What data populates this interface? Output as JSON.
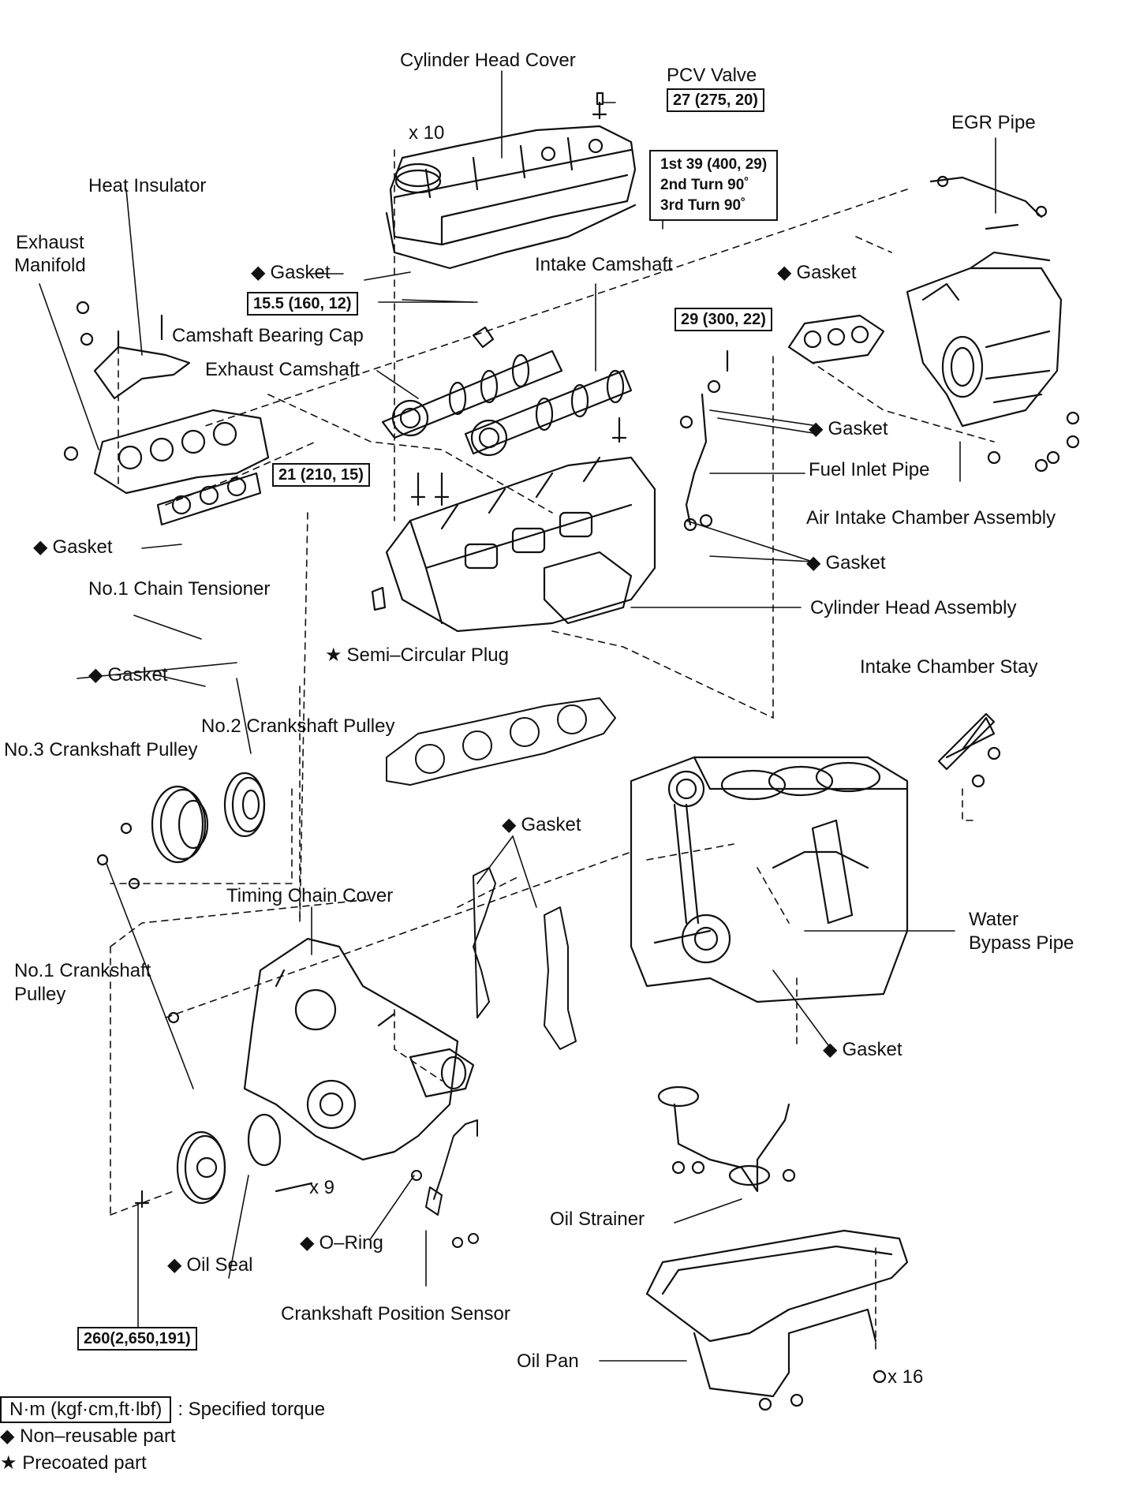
{
  "labels": {
    "cylinder_head_cover": "Cylinder Head Cover",
    "pcv_valve": "PCV Valve",
    "x10": "x 10",
    "egr_pipe": "EGR Pipe",
    "heat_insulator": "Heat Insulator",
    "exhaust_manifold_1": "Exhaust",
    "exhaust_manifold_2": "Manifold",
    "gasket_head_cover": "Gasket",
    "intake_camshaft": "Intake Camshaft",
    "gasket_intake": "Gasket",
    "camshaft_bearing_cap": "Camshaft Bearing Cap",
    "exhaust_camshaft": "Exhaust Camshaft",
    "gasket_fuel_1": "Gasket",
    "fuel_inlet_pipe": "Fuel Inlet Pipe",
    "air_intake_chamber": "Air Intake Chamber Assembly",
    "gasket_exhaust": "Gasket",
    "gasket_fuel_2": "Gasket",
    "no1_chain_tensioner": "No.1 Chain Tensioner",
    "cylinder_head_assembly": "Cylinder Head Assembly",
    "semi_circular_plug": "Semi–Circular Plug",
    "gasket_tensioner": "Gasket",
    "intake_chamber_stay": "Intake Chamber Stay",
    "no2_crankshaft_pulley": "No.2 Crankshaft Pulley",
    "no3_crankshaft_pulley": "No.3 Crankshaft Pulley",
    "gasket_center": "Gasket",
    "timing_chain_cover": "Timing Chain Cover",
    "water_bypass_pipe_1": "Water",
    "water_bypass_pipe_2": "Bypass Pipe",
    "no1_crankshaft_pulley_1": "No.1 Crankshaft",
    "no1_crankshaft_pulley_2": "Pulley",
    "gasket_bypass": "Gasket",
    "x9": "x 9",
    "o_ring": "O–Ring",
    "oil_seal": "Oil Seal",
    "oil_strainer": "Oil Strainer",
    "crankshaft_position_sensor": "Crankshaft Position Sensor",
    "oil_pan": "Oil Pan",
    "x16": "x 16"
  },
  "torque": {
    "pcv": "27 (275, 20)",
    "head_bolt_1": "1st 39 (400, 29)",
    "head_bolt_2": "2nd  Turn 90˚",
    "head_bolt_3": "3rd  Turn 90˚",
    "bearing_cap": "15.5 (160, 12)",
    "fuel_pipe": "29 (300, 22)",
    "manifold": "21 (210, 15)",
    "crank_pulley": "260(2,650,191)"
  },
  "legend": {
    "torque_unit": "N·m (kgf·cm,ft·lbf)",
    "torque_desc": ": Specified torque",
    "non_reusable": "Non–reusable part",
    "precoated": "Precoated part"
  },
  "symbols": {
    "diamond": "◆",
    "star": "★"
  }
}
